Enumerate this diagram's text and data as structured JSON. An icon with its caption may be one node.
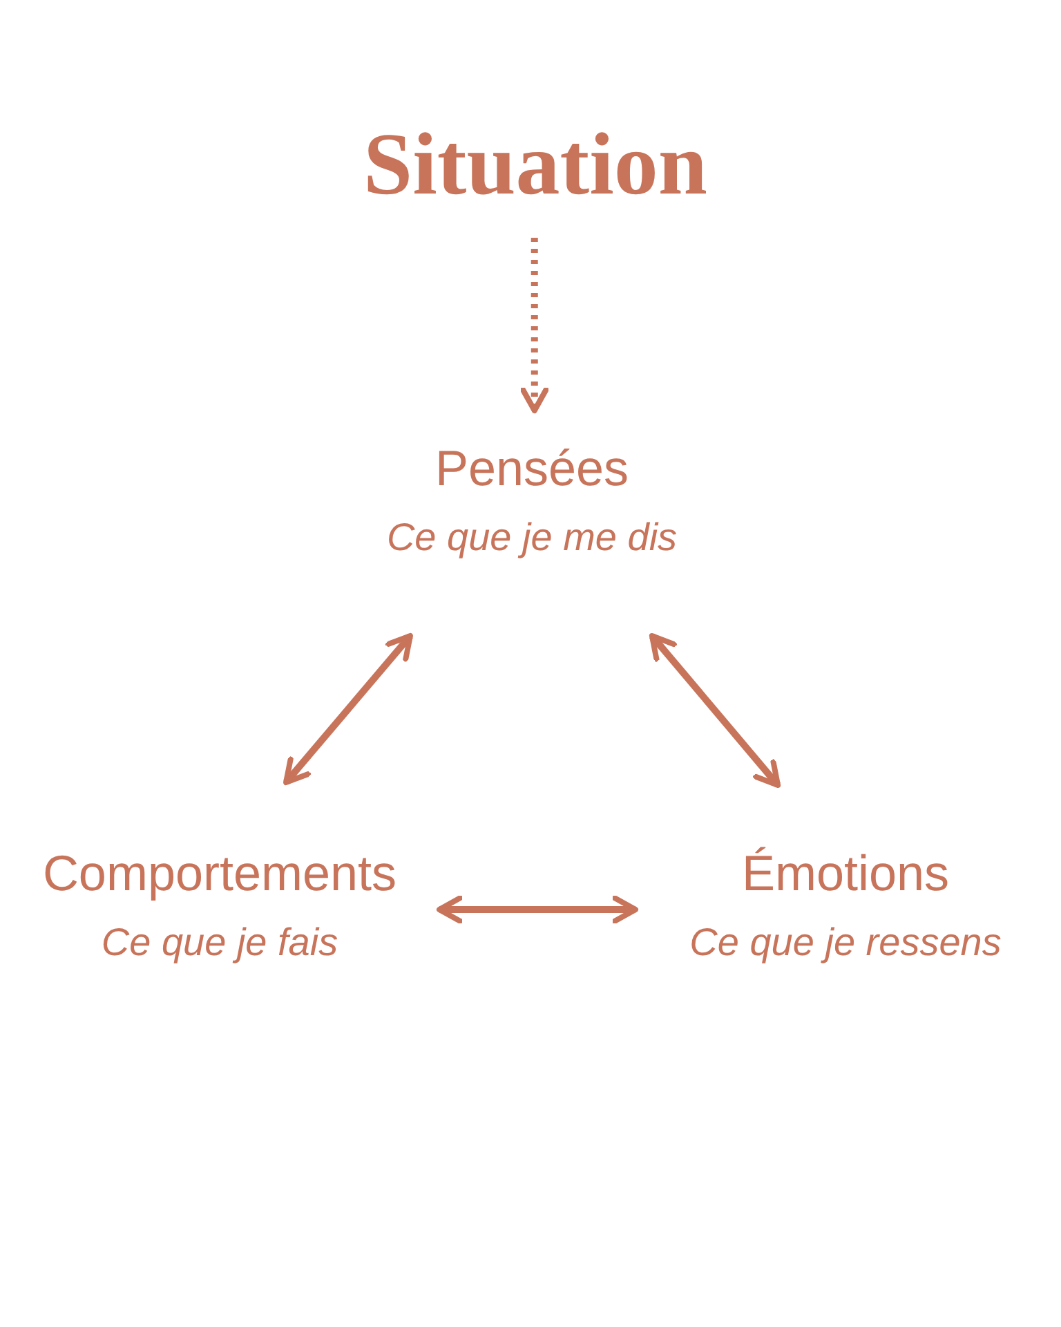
{
  "diagram": {
    "nodes": [
      {
        "text": [
          "Situation"
        ]
      },
      {
        "text": [
          "Pensées",
          "Ce que je me dis"
        ]
      },
      {
        "text": [
          "Comportements",
          "Ce que je fais"
        ]
      },
      {
        "text": [
          "Émotions",
          "Ce que je ressens"
        ]
      }
    ],
    "edges": [
      {
        "from": 0,
        "to": 1,
        "arrow": "to",
        "style": "dashed"
      },
      {
        "from": 1,
        "to": 2,
        "arrow": "both"
      },
      {
        "from": 1,
        "to": 3,
        "arrow": "both"
      },
      {
        "from": 2,
        "to": 3,
        "arrow": "both"
      }
    ]
  }
}
